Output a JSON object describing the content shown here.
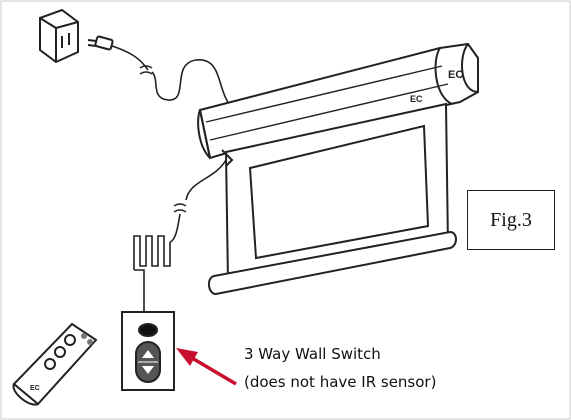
{
  "figure_label": "Fig.3",
  "callout": {
    "line1": "3 Way Wall Switch",
    "line2": "(does not have IR sensor)"
  },
  "colors": {
    "arrow": "#c8102e",
    "line": "#222222",
    "switch_body": "#555555"
  },
  "icons": [
    "power-adapter-icon",
    "power-plug-icon",
    "projector-screen-icon",
    "wall-switch-icon",
    "remote-control-icon",
    "red-arrow-icon"
  ]
}
